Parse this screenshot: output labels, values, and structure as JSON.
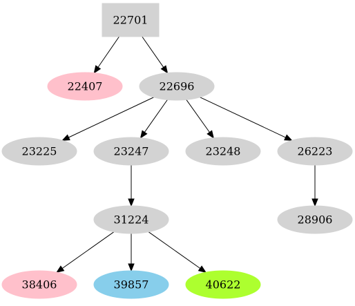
{
  "colors": {
    "default_fill": "#d3d3d3",
    "pink": "#ffc0cb",
    "skyblue": "#87ceeb",
    "greenyellow": "#adff2f"
  },
  "nodes": [
    {
      "id": "22701",
      "label": "22701",
      "shape": "box",
      "color": "default_fill"
    },
    {
      "id": "22407",
      "label": "22407",
      "shape": "ellipse",
      "color": "pink"
    },
    {
      "id": "22696",
      "label": "22696",
      "shape": "ellipse",
      "color": "default_fill"
    },
    {
      "id": "23225",
      "label": "23225",
      "shape": "ellipse",
      "color": "default_fill"
    },
    {
      "id": "23247",
      "label": "23247",
      "shape": "ellipse",
      "color": "default_fill"
    },
    {
      "id": "23248",
      "label": "23248",
      "shape": "ellipse",
      "color": "default_fill"
    },
    {
      "id": "26223",
      "label": "26223",
      "shape": "ellipse",
      "color": "default_fill"
    },
    {
      "id": "31224",
      "label": "31224",
      "shape": "ellipse",
      "color": "default_fill"
    },
    {
      "id": "28906",
      "label": "28906",
      "shape": "ellipse",
      "color": "default_fill"
    },
    {
      "id": "38406",
      "label": "38406",
      "shape": "ellipse",
      "color": "pink"
    },
    {
      "id": "39857",
      "label": "39857",
      "shape": "ellipse",
      "color": "skyblue"
    },
    {
      "id": "40622",
      "label": "40622",
      "shape": "ellipse",
      "color": "greenyellow"
    }
  ],
  "edges": [
    [
      "22701",
      "22407"
    ],
    [
      "22701",
      "22696"
    ],
    [
      "22696",
      "23225"
    ],
    [
      "22696",
      "23247"
    ],
    [
      "22696",
      "23248"
    ],
    [
      "22696",
      "26223"
    ],
    [
      "23247",
      "31224"
    ],
    [
      "26223",
      "28906"
    ],
    [
      "31224",
      "38406"
    ],
    [
      "31224",
      "39857"
    ],
    [
      "31224",
      "40622"
    ]
  ]
}
